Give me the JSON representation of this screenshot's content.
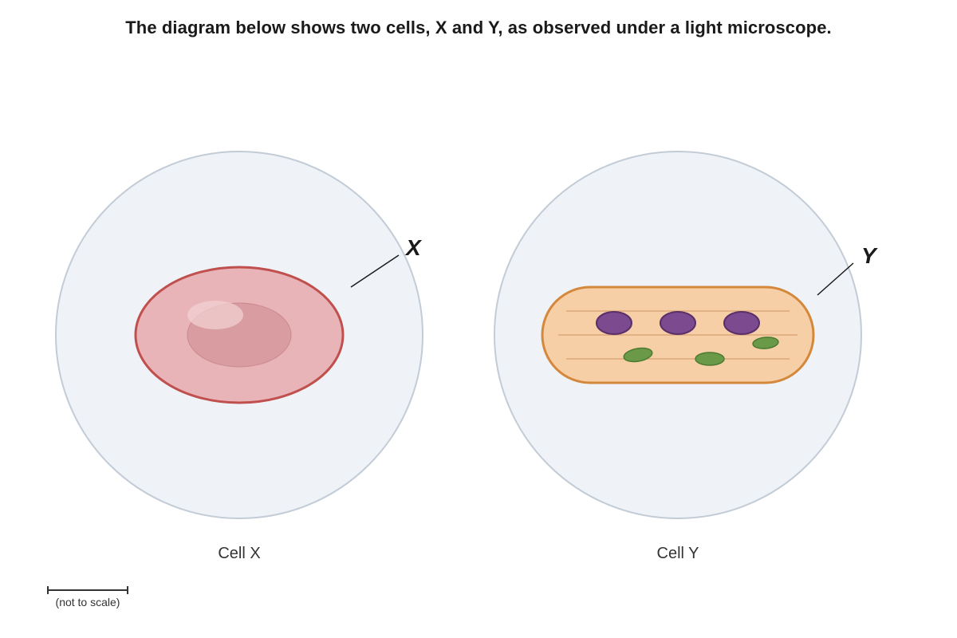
{
  "title": "The diagram below shows two cells, X and Y, as observed under a light microscope.",
  "cell_x": {
    "caption": "Cell X",
    "pointer_label": "X"
  },
  "cell_y": {
    "caption": "Cell Y",
    "pointer_label": "Y"
  },
  "scale_note": "(not to scale)",
  "colors": {
    "field_fill": "#eff3f8",
    "field_stroke": "#c3ccd6",
    "cell_x_fill": "#e8b4b8",
    "cell_x_stroke": "#c0504d",
    "cell_x_nucleus": "#d99ca0",
    "cell_y_fill": "#f6cfa6",
    "cell_y_stroke": "#d4883c",
    "cell_y_nuclei": "#7b4a8f",
    "cell_y_chloroplast": "#6a9a48"
  }
}
